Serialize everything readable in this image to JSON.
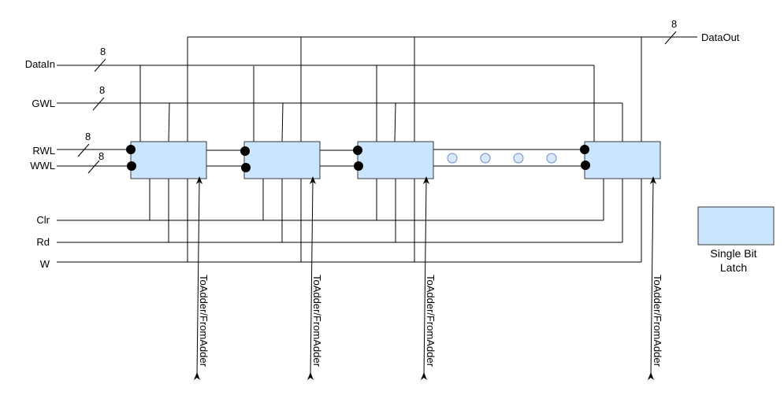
{
  "signals": {
    "data_in": "DataIn",
    "gwl": "GWL",
    "rwl": "RWL",
    "wwl": "WWL",
    "clr": "Clr",
    "rd": "Rd",
    "w": "W",
    "data_out": "DataOut"
  },
  "bus_widths": {
    "data_in": "8",
    "gwl": "8",
    "rwl": "8",
    "wwl": "8",
    "data_out": "8"
  },
  "adder_port_label": "ToAdder/FromAdder",
  "legend": {
    "label_line1": "Single Bit",
    "label_line2": "Latch",
    "color": "#cce5ff"
  },
  "colors": {
    "wire": "#000000",
    "latch_fill": "#cce5ff",
    "latch_stroke": "#36393d",
    "dot_fill": "#dae8fc",
    "dot_stroke": "#6c8ebf"
  }
}
